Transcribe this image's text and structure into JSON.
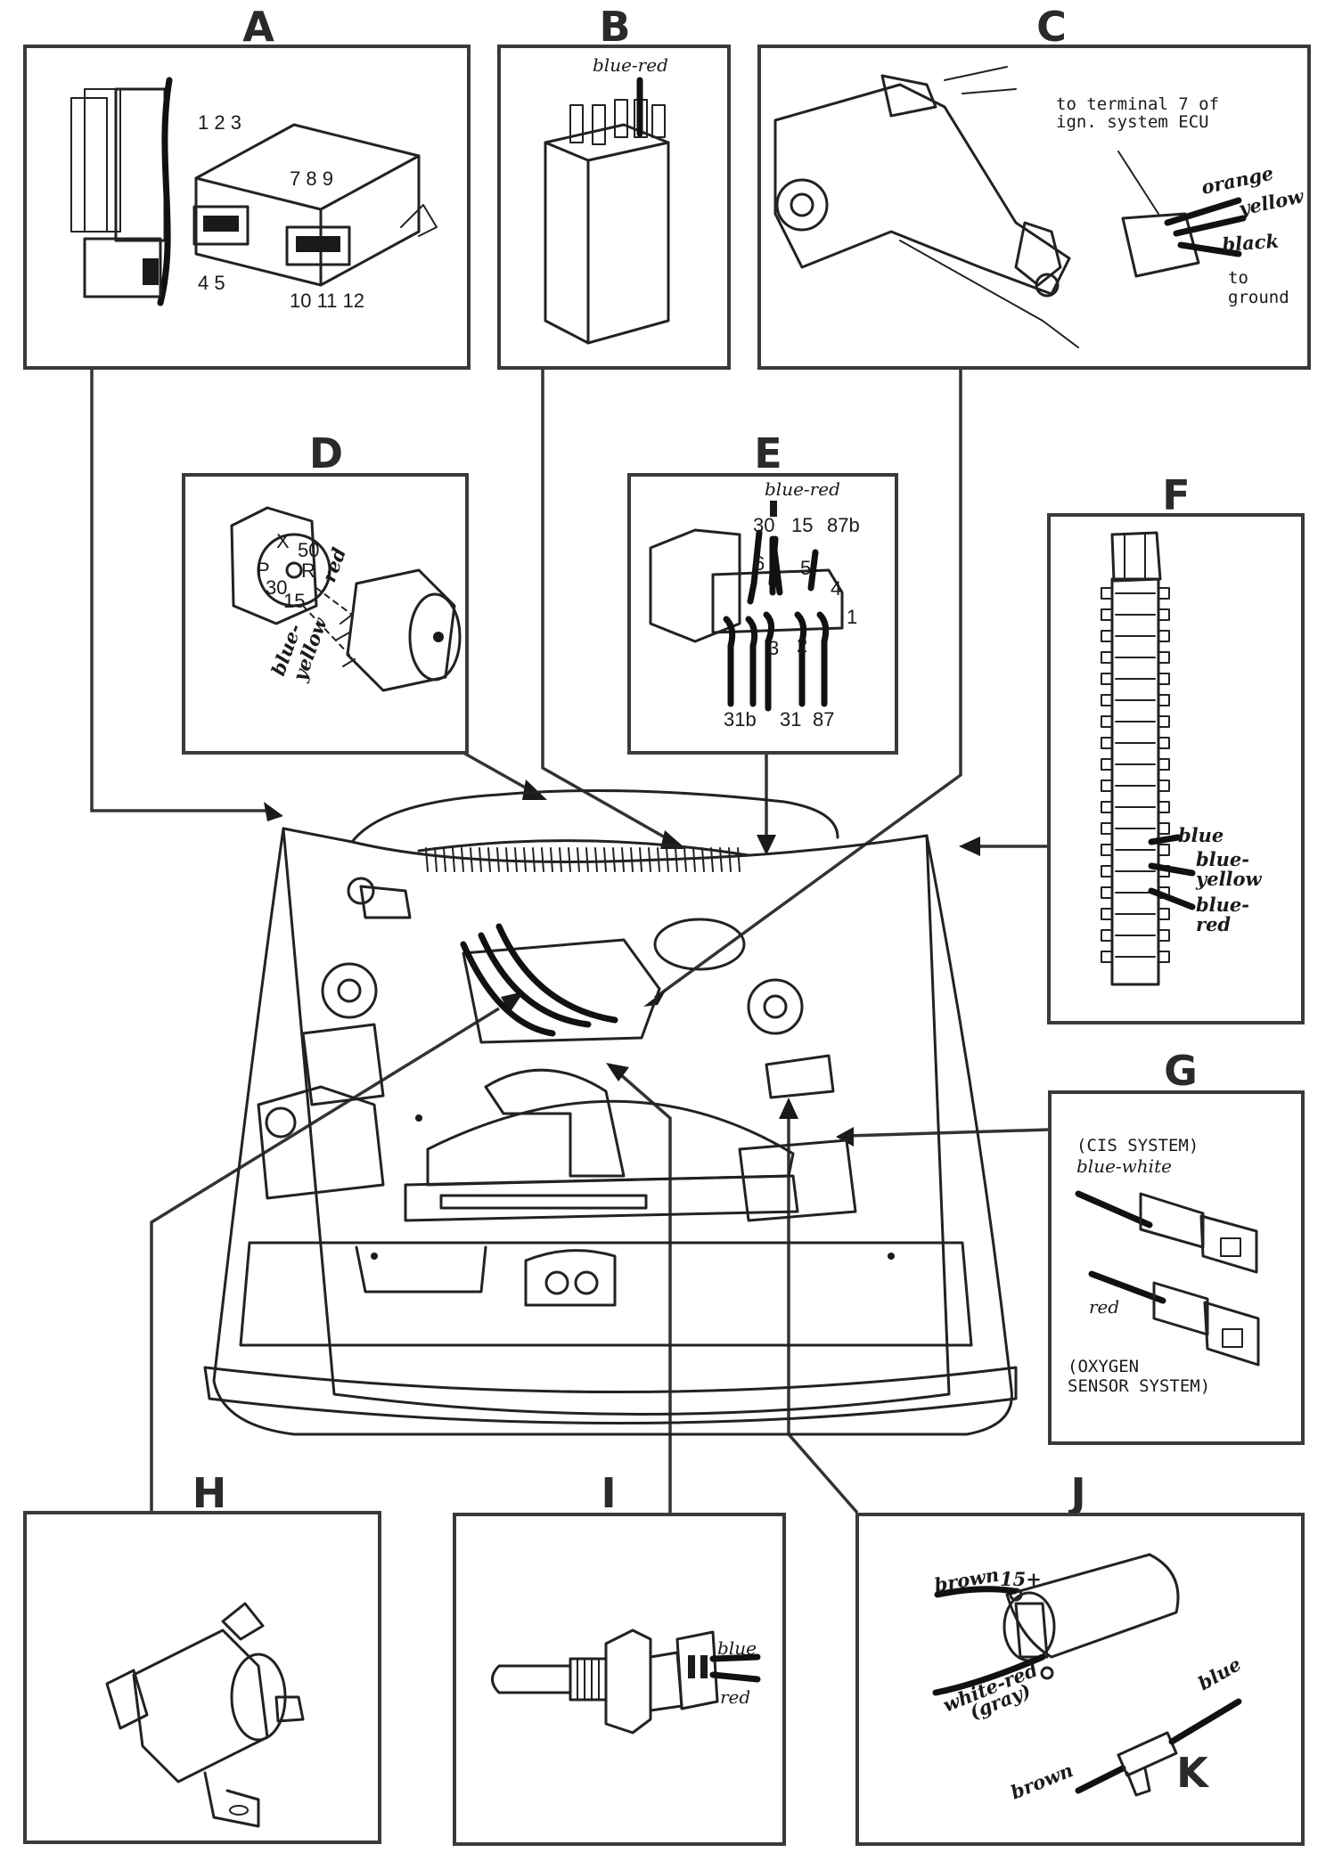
{
  "panels": {
    "a": {
      "letter": "A",
      "pins_top_left": "1 2 3",
      "pins_bottom_left": "4 5",
      "pins_top_right": "7 8 9",
      "pins_bottom_right": "10 11 12"
    },
    "b": {
      "letter": "B",
      "wire": "blue-red"
    },
    "c": {
      "letter": "C",
      "note_line1": "to terminal 7 of",
      "note_line2": "ign. system ECU",
      "wire1": "orange",
      "wire2": "yellow",
      "wire3": "black",
      "ground_line1": "to",
      "ground_line2": "ground"
    },
    "d": {
      "letter": "D",
      "key_x": "X",
      "key_50": "50",
      "key_p": "P",
      "key_r": "R",
      "key_30": "30",
      "key_15": "15",
      "wire_red": "red",
      "wire_by1": "blue-",
      "wire_by2": "yellow"
    },
    "e": {
      "letter": "E",
      "wire": "blue-red",
      "t30": "30",
      "t15": "15",
      "t87b": "87b",
      "n6": "6",
      "n5": "5",
      "n4": "4",
      "n3": "3",
      "n2": "2",
      "n1": "1",
      "t31b": "31b",
      "t31": "31",
      "t87": "87"
    },
    "f": {
      "letter": "F",
      "wire1": "blue",
      "wire2a": "blue-",
      "wire2b": "yellow",
      "wire3a": "blue-",
      "wire3b": "red"
    },
    "g": {
      "letter": "G",
      "sys1": "(CIS SYSTEM)",
      "wire1": "blue-white",
      "wire2": "red",
      "sys2_line1": "(OXYGEN",
      "sys2_line2": "SENSOR SYSTEM)"
    },
    "h": {
      "letter": "H"
    },
    "i": {
      "letter": "I",
      "wire1": "blue",
      "wire2": "red"
    },
    "j": {
      "letter": "J",
      "terminal": "15+",
      "wire_brown_top": "brown",
      "wire_wr1": "white-red",
      "wire_wr2": "(gray)",
      "wire_blue": "blue",
      "wire_brown_bottom": "brown",
      "k_letter": "K"
    }
  }
}
